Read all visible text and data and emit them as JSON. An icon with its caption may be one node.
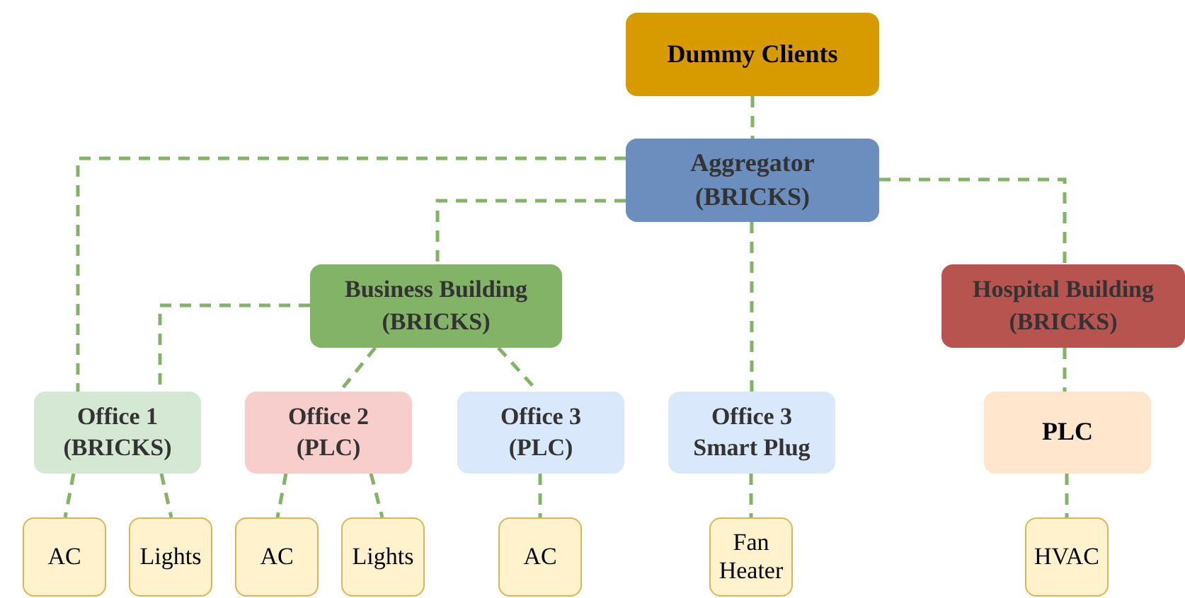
{
  "diagram": {
    "nodes": [
      {
        "text": [
          "Dummy Clients"
        ]
      },
      {
        "text": [
          "Aggregator (BRICKS)"
        ]
      },
      {
        "text": [
          "Business Building (BRICKS)"
        ]
      },
      {
        "text": [
          "Hospital Building (BRICKS)"
        ]
      },
      {
        "text": [
          "Office 1 (BRICKS)"
        ]
      },
      {
        "text": [
          "Office 2 (PLC)"
        ]
      },
      {
        "text": [
          "Office 3 (PLC)"
        ]
      },
      {
        "text": [
          "Office 3 Smart Plug"
        ]
      },
      {
        "text": [
          "PLC"
        ]
      },
      {
        "text": [
          "AC"
        ]
      },
      {
        "text": [
          "Lights"
        ]
      },
      {
        "text": [
          "AC"
        ]
      },
      {
        "text": [
          "Lights"
        ]
      },
      {
        "text": [
          "AC"
        ]
      },
      {
        "text": [
          "Fan Heater"
        ]
      },
      {
        "text": [
          "HVAC"
        ]
      }
    ],
    "edges": [
      {
        "from": 0,
        "to": 1,
        "arrow": "none"
      },
      {
        "from": 1,
        "to": 4,
        "arrow": "none"
      },
      {
        "from": 1,
        "to": 2,
        "arrow": "none"
      },
      {
        "from": 1,
        "to": 7,
        "arrow": "none"
      },
      {
        "from": 1,
        "to": 3,
        "arrow": "none"
      },
      {
        "from": 2,
        "to": 4,
        "arrow": "none"
      },
      {
        "from": 2,
        "to": 5,
        "arrow": "none"
      },
      {
        "from": 2,
        "to": 6,
        "arrow": "none"
      },
      {
        "from": 3,
        "to": 8,
        "arrow": "none"
      },
      {
        "from": 4,
        "to": 9,
        "arrow": "none"
      },
      {
        "from": 4,
        "to": 10,
        "arrow": "none"
      },
      {
        "from": 5,
        "to": 11,
        "arrow": "none"
      },
      {
        "from": 5,
        "to": 12,
        "arrow": "none"
      },
      {
        "from": 6,
        "to": 13,
        "arrow": "none"
      },
      {
        "from": 7,
        "to": 14,
        "arrow": "none"
      },
      {
        "from": 8,
        "to": 15,
        "arrow": "none"
      }
    ]
  }
}
